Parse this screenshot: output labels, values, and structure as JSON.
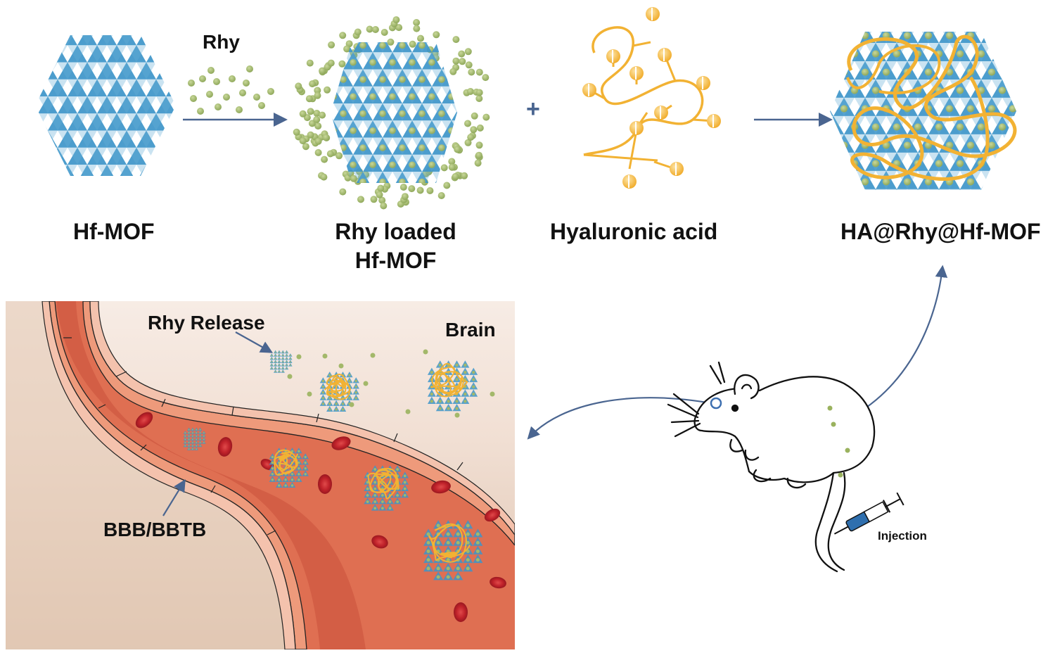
{
  "labels": {
    "hf_mof": "Hf-MOF",
    "rhy": "Rhy",
    "rhy_loaded_line1": "Rhy loaded",
    "rhy_loaded_line2": "Hf-MOF",
    "plus": "+",
    "hyaluronic_acid": "Hyaluronic acid",
    "ha_rhy_hf_mof": "HA@Rhy@Hf-MOF",
    "rhy_release": "Rhy Release",
    "brain": "Brain",
    "bbb_bbtb": "BBB/BBTB",
    "injection": "Injection"
  },
  "colors": {
    "mof_blue": "#3d95c9",
    "rhy_green": "#a3b86a",
    "ha_orange": "#f2b233",
    "arrow": "#4a6590",
    "vessel_wall": "#e98e6e",
    "vessel_lumen": "#d9674a",
    "red_cell": "#c8262e",
    "tissue": "#f3e2d6"
  }
}
